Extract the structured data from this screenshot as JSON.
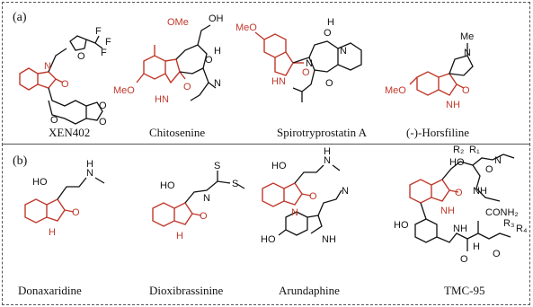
{
  "panels": [
    {
      "tag": "(a)",
      "compounds": [
        "XEN402",
        "Chitosenine",
        "Spirotryprostatin  A",
        "(-)-Horsfiline"
      ]
    },
    {
      "tag": "(b)",
      "compounds": [
        "Donaxaridine",
        "Dioxibrassinine",
        "Arundaphine",
        "TMC-95"
      ]
    }
  ],
  "atom_labels": {
    "N": "N",
    "O": "O",
    "HN": "HN",
    "NH": "NH",
    "H": "H",
    "HO": "HO",
    "OH": "OH",
    "F": "F",
    "OMe": "OMe",
    "MeO": "MeO",
    "Me": "Me",
    "S": "S",
    "CONH2": "CONH₂",
    "R1": "R₁",
    "R2": "R₂",
    "R3": "R₃",
    "R4": "R₄"
  },
  "colors": {
    "highlight": "#c0392b",
    "text": "#111111",
    "border": "#555555"
  }
}
